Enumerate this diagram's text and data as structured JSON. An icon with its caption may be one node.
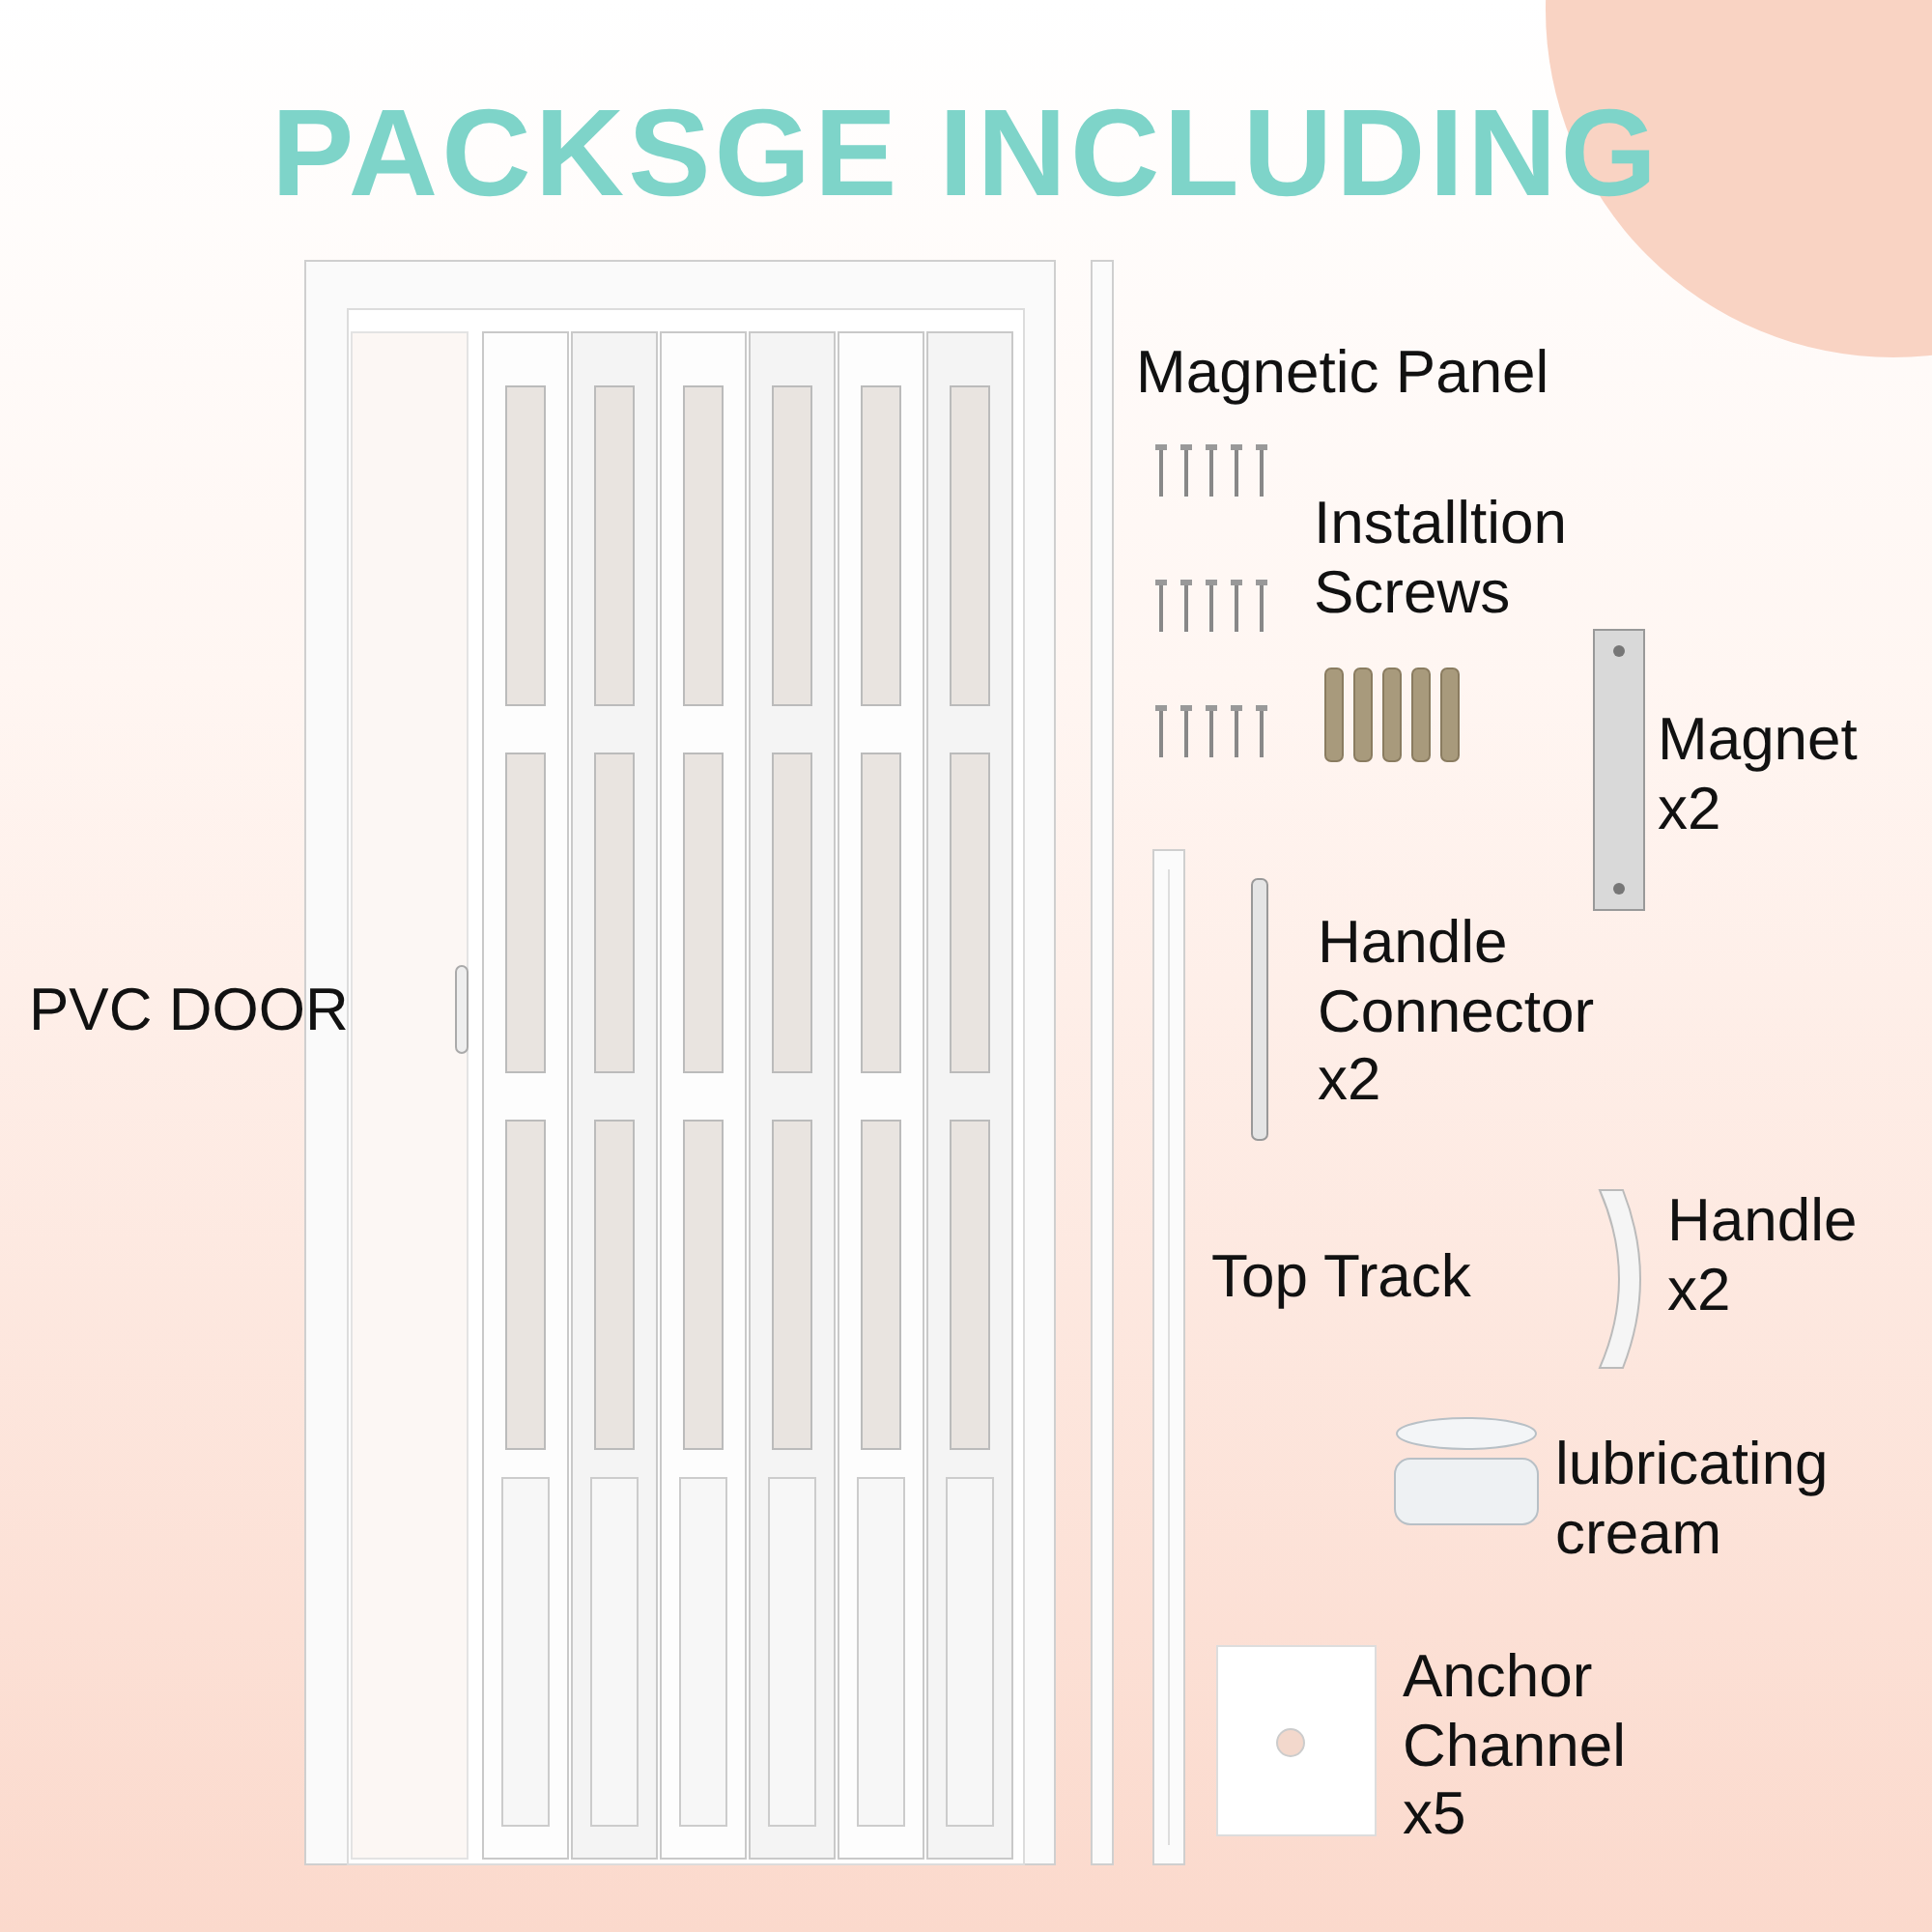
{
  "diagram": {
    "title": "PACKSGE INCLUDING",
    "labels": [
      "Magnetic Panel",
      "Installtion Screws",
      "Magnet x2",
      "PVC DOOR",
      "Handle Connector x2",
      "Handle x2",
      "Top Track",
      "lubricating cream",
      "Anchor Channel x5"
    ]
  }
}
